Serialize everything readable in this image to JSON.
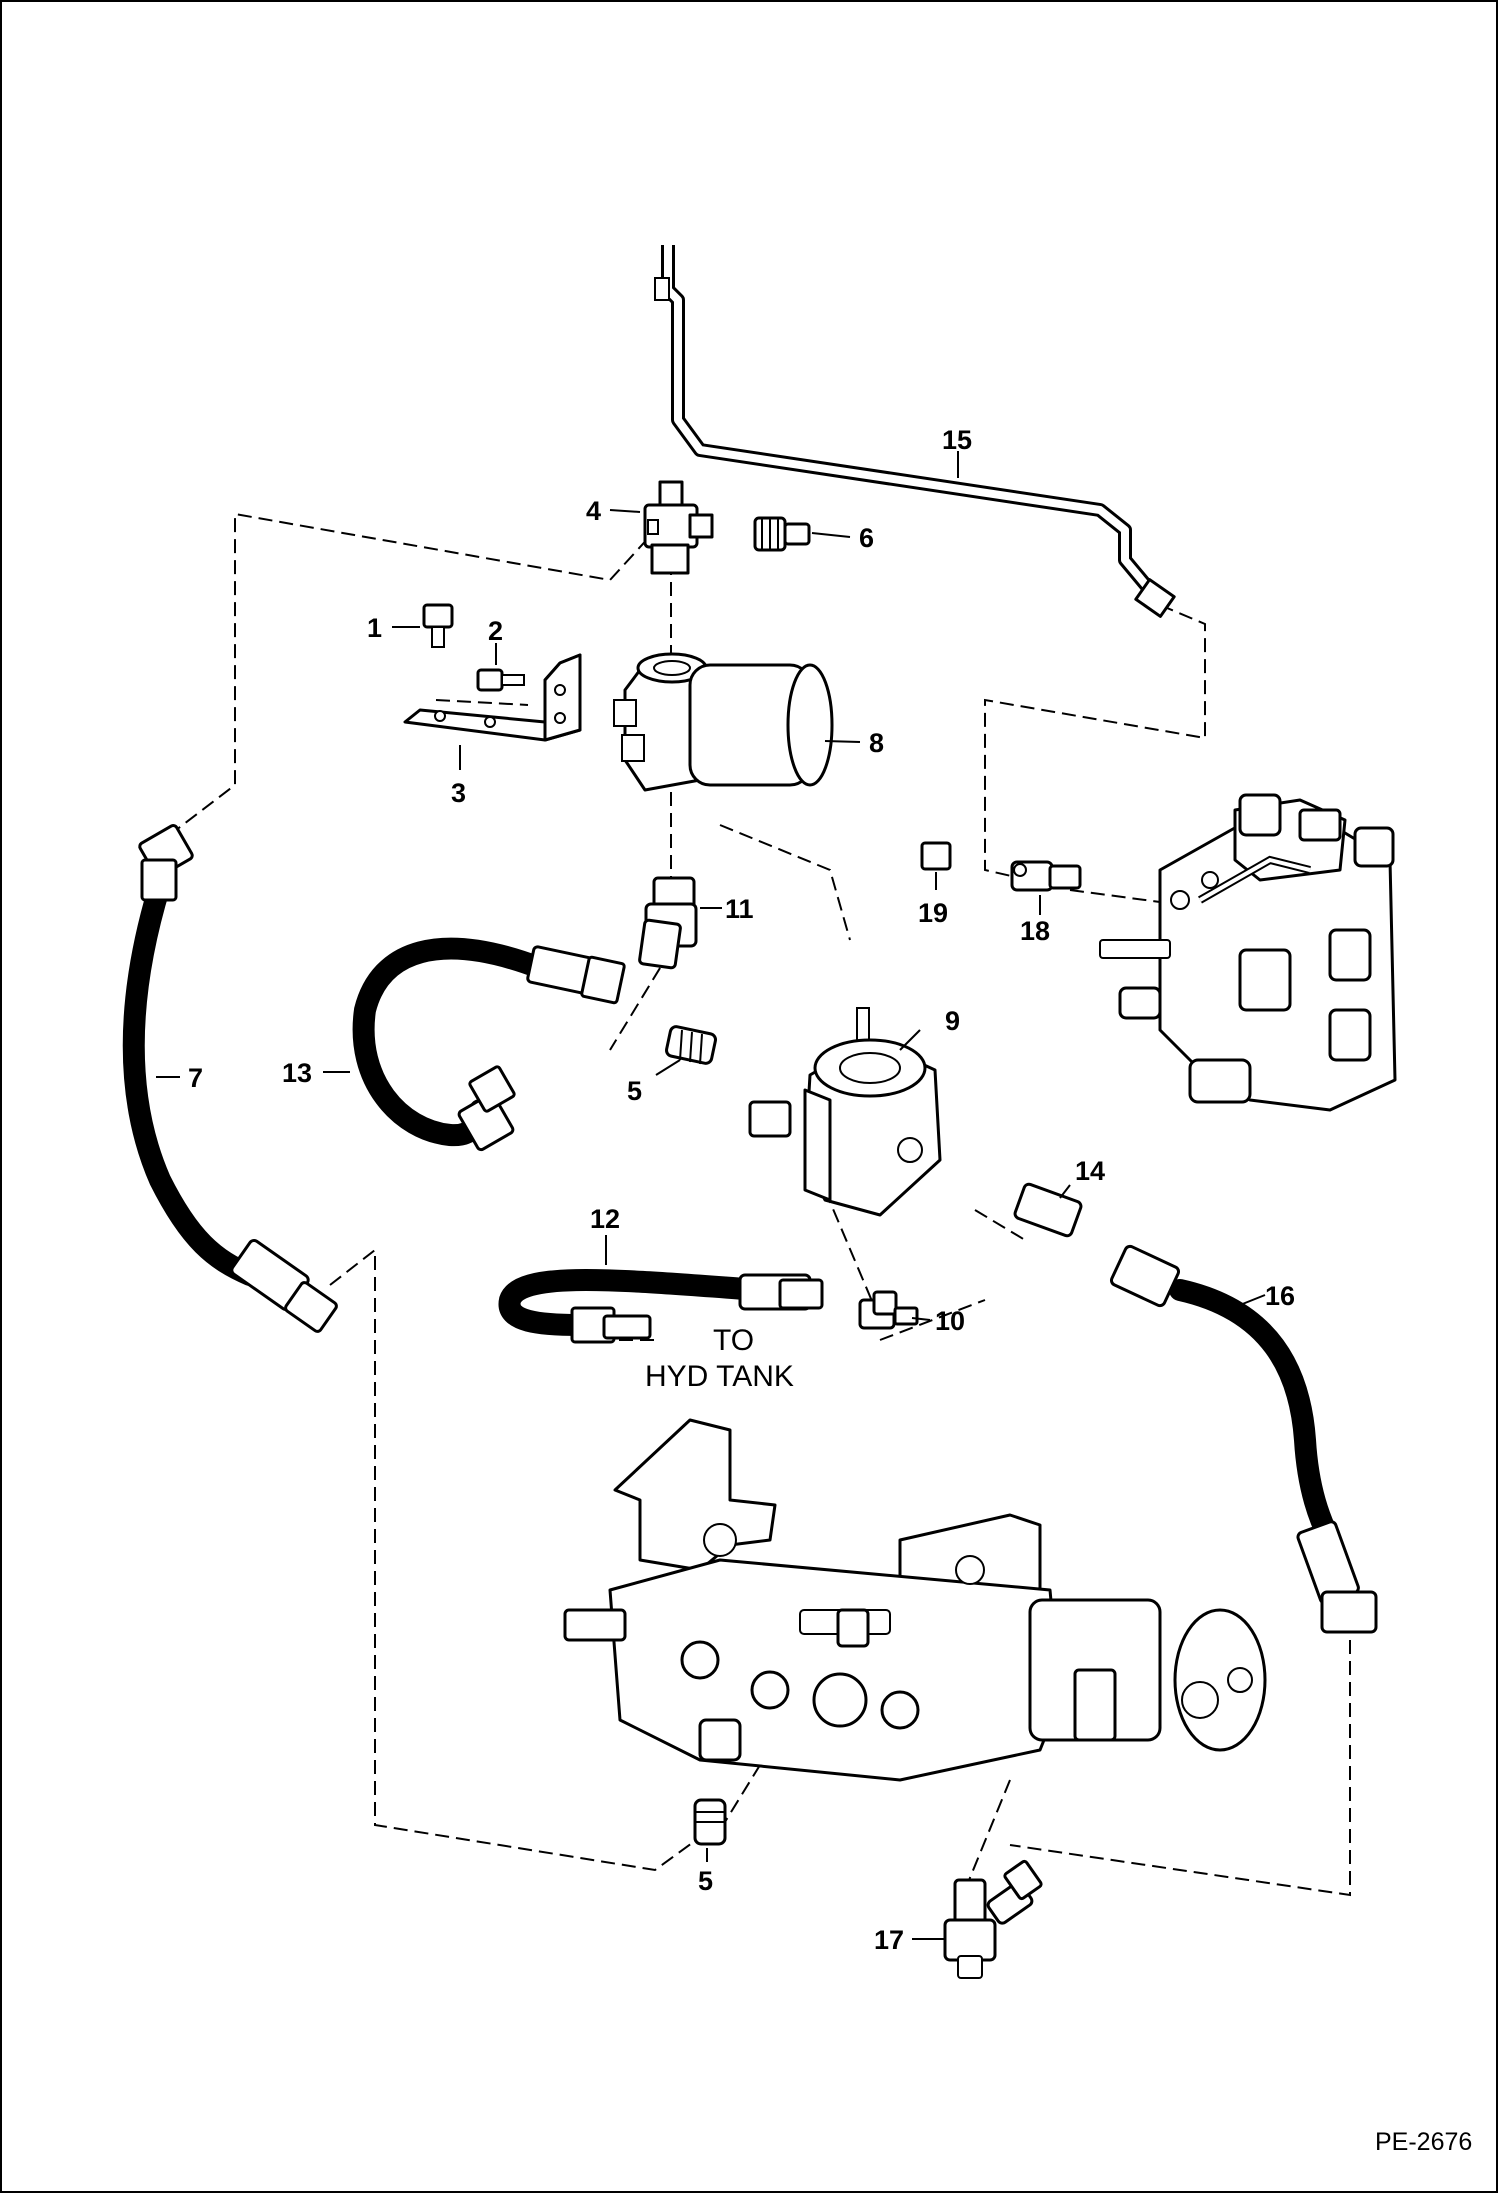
{
  "diagram": {
    "callouts": [
      {
        "id": "c1",
        "label": "1"
      },
      {
        "id": "c2",
        "label": "2"
      },
      {
        "id": "c3",
        "label": "3"
      },
      {
        "id": "c4",
        "label": "4"
      },
      {
        "id": "c5a",
        "label": "5"
      },
      {
        "id": "c5b",
        "label": "5"
      },
      {
        "id": "c6",
        "label": "6"
      },
      {
        "id": "c7",
        "label": "7"
      },
      {
        "id": "c8",
        "label": "8"
      },
      {
        "id": "c9",
        "label": "9"
      },
      {
        "id": "c10",
        "label": "10"
      },
      {
        "id": "c11",
        "label": "11"
      },
      {
        "id": "c12",
        "label": "12"
      },
      {
        "id": "c13",
        "label": "13"
      },
      {
        "id": "c14",
        "label": "14"
      },
      {
        "id": "c15",
        "label": "15"
      },
      {
        "id": "c16",
        "label": "16"
      },
      {
        "id": "c17",
        "label": "17"
      },
      {
        "id": "c18",
        "label": "18"
      },
      {
        "id": "c19",
        "label": "19"
      }
    ],
    "note_line1": "TO",
    "note_line2": "HYD TANK",
    "reference": "PE-2676"
  }
}
